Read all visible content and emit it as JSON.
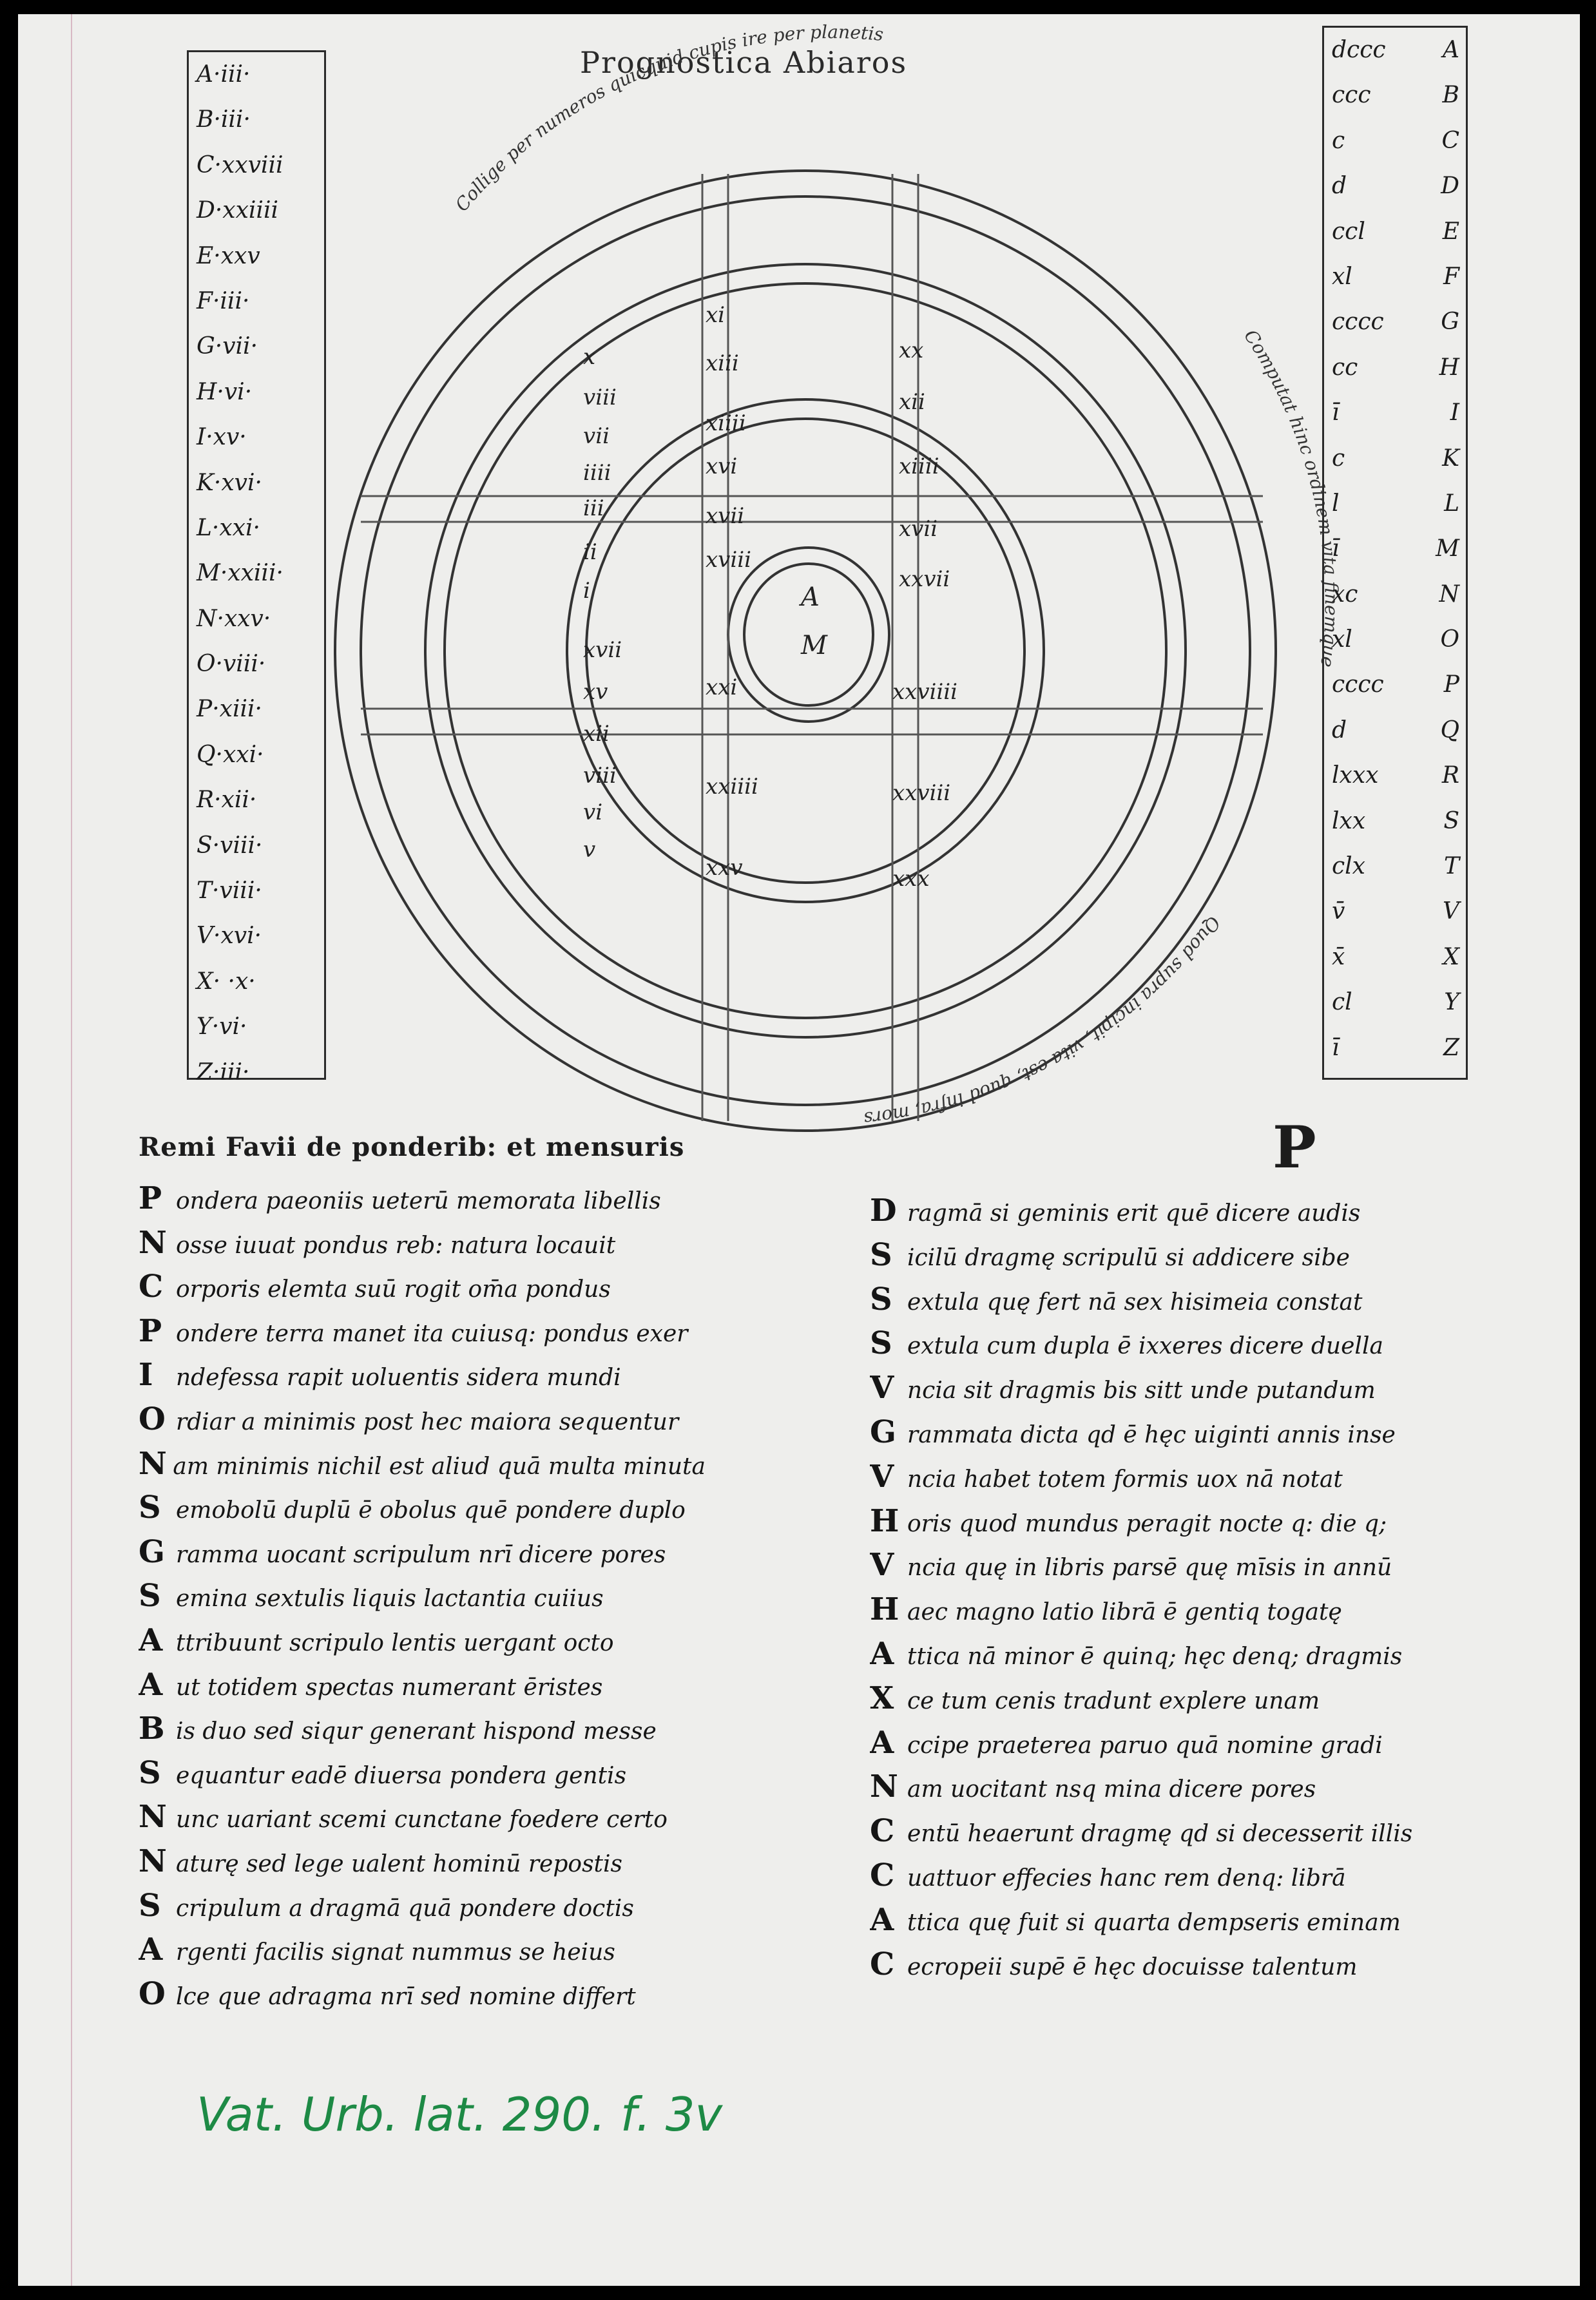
{
  "title": "Prognostica Abiaros",
  "diagram": {
    "ring_text_top": "Collige per numeros quicquid cupis ire per planetis",
    "ring_text_right": "Computat hinc ordinem vita finemque",
    "ring_text_bottom": "Quod supra incipit, vita est; quod infra, mors",
    "center_letters": [
      "A",
      "M"
    ],
    "quadrant_numbers": [
      "x",
      "viii",
      "vii",
      "iiii",
      "iii",
      "ii",
      "i",
      "xi",
      "xiii",
      "xiiii",
      "xvi",
      "xvii",
      "xviii",
      "xx",
      "xii",
      "xiiii",
      "xvii",
      "xxvii",
      "xvii",
      "xv",
      "xii",
      "viii",
      "vi",
      "v",
      "xxi",
      "xxiiii",
      "xxv",
      "xxviii",
      "xxviiii",
      "xxx"
    ]
  },
  "left_column": [
    "A·iii·",
    "B·iii·",
    "C·xxviii",
    "D·xxiiii",
    "E·xxv",
    "F·iii·",
    "G·vii·",
    "H·vi·",
    "I·xv·",
    "K·xvi·",
    "L·xxi·",
    "M·xxiii·",
    "N·xxv·",
    "O·viii·",
    "P·xiii·",
    "Q·xxi·",
    "R·xii·",
    "S·viii·",
    "T·viii·",
    "V·xvi·",
    "X· ·x·",
    "Y·vi·",
    "Z·iii·"
  ],
  "right_column": [
    {
      "value": "dccc",
      "letter": "A"
    },
    {
      "value": "ccc",
      "letter": "B"
    },
    {
      "value": "c",
      "letter": "C"
    },
    {
      "value": "d",
      "letter": "D"
    },
    {
      "value": "ccl",
      "letter": "E"
    },
    {
      "value": "xl",
      "letter": "F"
    },
    {
      "value": "cccc",
      "letter": "G"
    },
    {
      "value": "cc",
      "letter": "H"
    },
    {
      "value": "ī",
      "letter": "I"
    },
    {
      "value": "c",
      "letter": "K"
    },
    {
      "value": "l",
      "letter": "L"
    },
    {
      "value": "ī",
      "letter": "M"
    },
    {
      "value": "xc",
      "letter": "N"
    },
    {
      "value": "xl",
      "letter": "O"
    },
    {
      "value": "cccc",
      "letter": "P"
    },
    {
      "value": "d",
      "letter": "Q"
    },
    {
      "value": "lxxx",
      "letter": "R"
    },
    {
      "value": "lxx",
      "letter": "S"
    },
    {
      "value": "clx",
      "letter": "T"
    },
    {
      "value": "v̄",
      "letter": "V"
    },
    {
      "value": "x̄",
      "letter": "X"
    },
    {
      "value": "cl",
      "letter": "Y"
    },
    {
      "value": "ī",
      "letter": "Z"
    }
  ],
  "heading": "Remi Favii de ponderib: et mensuris",
  "big_initial": "P",
  "verses_left": [
    {
      "initial": "P",
      "text": "ondera paeoniis ueterū memorata libellis"
    },
    {
      "initial": "N",
      "text": "osse iuuat pondus reb: natura locauit"
    },
    {
      "initial": "C",
      "text": "orporis elemta suū rogit om̄a pondus"
    },
    {
      "initial": "P",
      "text": "ondere terra manet ita cuiusq: pondus exer"
    },
    {
      "initial": "I",
      "text": "ndefessa rapit uoluentis sidera mundi"
    },
    {
      "initial": "O",
      "text": "rdiar a minimis post hec maiora sequentur"
    },
    {
      "initial": "N",
      "text": "am minimis nichil est aliud quā multa minuta"
    },
    {
      "initial": "S",
      "text": "emobolū duplū ē obolus quē pondere duplo"
    },
    {
      "initial": "G",
      "text": "ramma uocant scripulum nrī dicere pores"
    },
    {
      "initial": "S",
      "text": "emina sextulis liquis lactantia cuiius"
    },
    {
      "initial": "A",
      "text": "ttribuunt scripulo lentis uergant octo"
    },
    {
      "initial": "A",
      "text": "ut totidem spectas numerant ēristes"
    },
    {
      "initial": "B",
      "text": "is duo sed siqur generant hispond messe"
    },
    {
      "initial": "S",
      "text": "equantur eadē diuersa pondera gentis"
    },
    {
      "initial": "N",
      "text": "unc uariant scemi cunctane foedere certo"
    },
    {
      "initial": "N",
      "text": "aturę sed lege ualent hominū repostis"
    },
    {
      "initial": "S",
      "text": "cripulum a dragmā quā pondere doctis"
    },
    {
      "initial": "A",
      "text": "rgenti facilis signat nummus se heius"
    },
    {
      "initial": "O",
      "text": "lce que adragma nrī sed nomine differt"
    }
  ],
  "verses_right": [
    {
      "initial": "D",
      "text": "ragmā si geminis erit quē dicere audis"
    },
    {
      "initial": "S",
      "text": "icilū dragmę scripulū si addicere sibe"
    },
    {
      "initial": "S",
      "text": "extula quę fert nā sex hisimeia constat"
    },
    {
      "initial": "S",
      "text": "extula cum dupla ē ixxeres dicere duella"
    },
    {
      "initial": "V",
      "text": "ncia sit dragmis bis sitt unde putandum"
    },
    {
      "initial": "G",
      "text": "rammata dicta qd ē hęc uiginti annis inse"
    },
    {
      "initial": "V",
      "text": "ncia habet totem formis uox nā notat"
    },
    {
      "initial": "H",
      "text": "oris quod mundus peragit nocte q: die q;"
    },
    {
      "initial": "V",
      "text": "ncia quę in libris parsē quę mīsis in annū"
    },
    {
      "initial": "H",
      "text": "aec magno latio librā ē gentiq togatę"
    },
    {
      "initial": "A",
      "text": "ttica nā minor ē quinq; hęc denq; dragmis"
    },
    {
      "initial": "X",
      "text": "ce tum cenis tradunt explere unam"
    },
    {
      "initial": "A",
      "text": "ccipe praeterea paruo quā nomine gradi"
    },
    {
      "initial": "N",
      "text": "am uocitant nsq mina dicere pores"
    },
    {
      "initial": "C",
      "text": "entū heaerunt dragmę qd si decesserit illis"
    },
    {
      "initial": "C",
      "text": "uattuor effecies hanc rem denq: librā"
    },
    {
      "initial": "A",
      "text": "ttica quę fuit si quarta dempseris eminam"
    },
    {
      "initial": "C",
      "text": "ecropeii supē ē hęc docuisse talentum"
    }
  ],
  "shelfmark": "Vat. Urb. lat. 290. f. 3v"
}
